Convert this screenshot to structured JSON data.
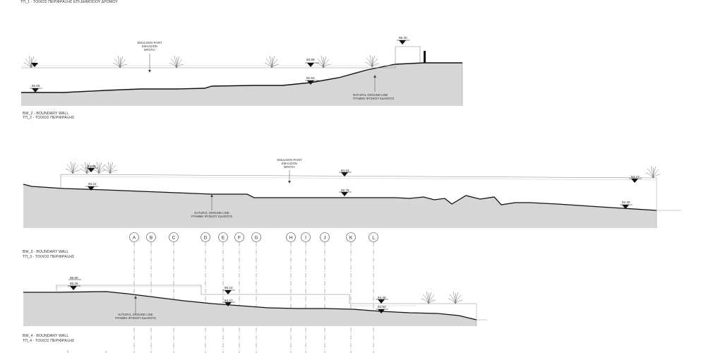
{
  "page": {
    "top_caption": "ΤΠ_1 - ΤΟΙΧΟΣ ΠΕΡΙΦΡΑΞΗΣ ΕΠΙ ΔΗΜΟΣΙΟΥ ΔΡΟΜΟΥ"
  },
  "sections": [
    {
      "caption_en": "BW_2 - BOUNDARY WALL",
      "caption_gr": "ΤΠ_2 - ΤΟΙΧΟΣ ΠΕΡΙΦΡΑΞΗΣ",
      "notes": {
        "paint": [
          "EMULSION PAINT",
          "ΕΜΑΛΣΙΟΝ",
          "ΜΠΟΓΙΑ"
        ],
        "ground": [
          "NATURAL GROUND LINE",
          "ΓΡΑΜΜΗ ΦΥΣΙΚΟΥ ΕΔΑΦΟΥΣ"
        ]
      },
      "levels": [
        "82.05",
        "83.89",
        "82.62",
        "85.40"
      ]
    },
    {
      "caption_en": "BW_3 - BOUNDARY WALL",
      "caption_gr": "ΤΠ_3 - ΤΟΙΧΟΣ ΠΕΡΙΦΡΑΞΗΣ",
      "notes": {
        "paint": [
          "EMULSION PAINT",
          "ΕΜΑΛΣΙΟΝ",
          "ΜΠΟΓΙΑ"
        ],
        "ground": [
          "NATURAL GROUND LINE",
          "ΓΡΑΜΜΗ ΦΥΣΙΚΟΥ ΕΔΑΦΟΥΣ"
        ]
      },
      "levels": [
        "84.80",
        "83.22",
        "84.16",
        "82.76",
        "83.77",
        "82.30"
      ]
    },
    {
      "caption_en": "BW_4 - BOUNDARY WALL",
      "caption_gr": "ΤΠ_4 - ΤΟΙΧΟΣ ΠΕΡΙΦΡΑΞΗΣ",
      "notes": {
        "ground": [
          "NATURAL GROUND LINE",
          "ΓΡΑΜΜΗ ΦΥΣΙΚΟΥ ΕΔΑΦΟΥΣ"
        ]
      },
      "levels": [
        "85.90",
        "85.25",
        "85.10",
        "84.27",
        "84.46",
        "83.82"
      ]
    }
  ],
  "grid_labels": [
    "A",
    "B",
    "C",
    "D",
    "E",
    "F",
    "G",
    "H",
    "I",
    "J",
    "K",
    "L"
  ]
}
